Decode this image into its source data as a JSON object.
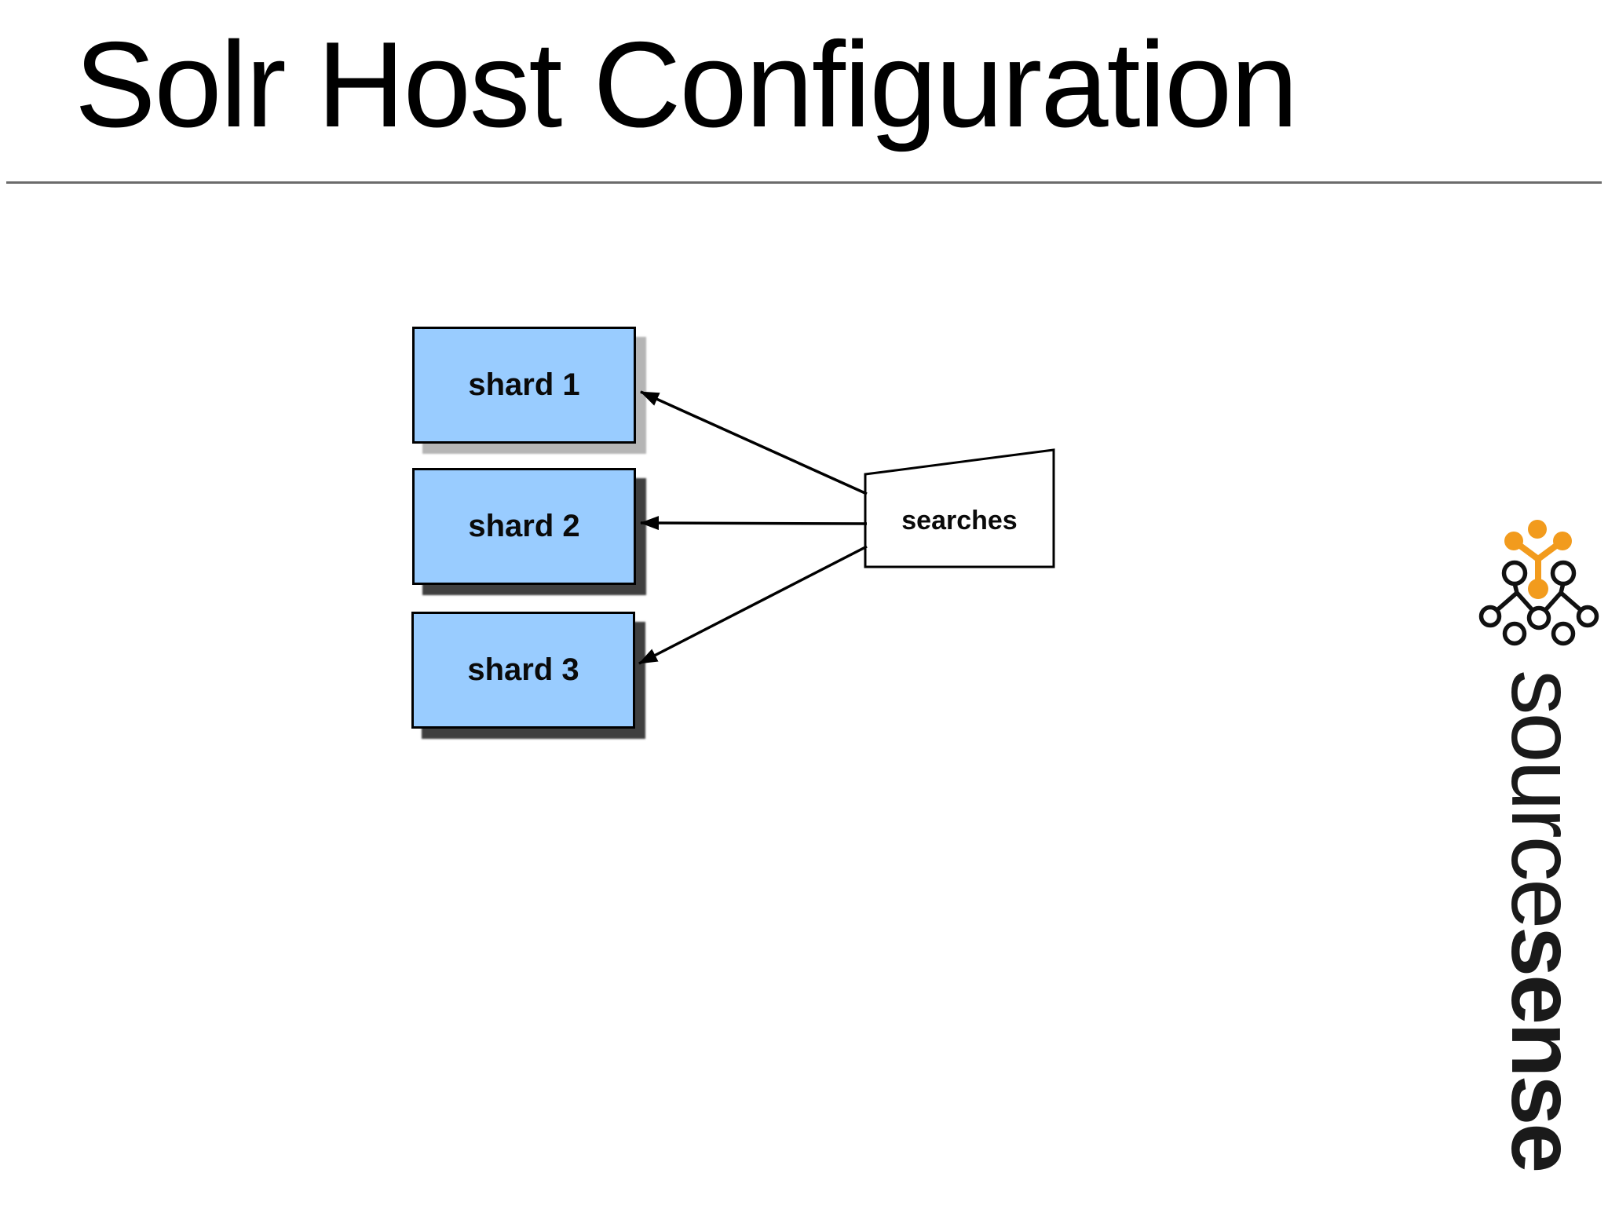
{
  "slide": {
    "title": "Solr Host Configuration",
    "background_color": "#FFFFFF",
    "title_color": "#000000",
    "divider_color": "#6B6B6B"
  },
  "diagram": {
    "node_fill": "#99CCFF",
    "node_border_color": "#000000",
    "arrow_color": "#000000",
    "nodes": [
      {
        "label": "shard 1",
        "shadow_color": "#B5B5B5"
      },
      {
        "label": "shard 2",
        "shadow_color": "#3F3F3F"
      },
      {
        "label": "shard 3",
        "shadow_color": "#3F3F3F"
      }
    ],
    "source_node": {
      "label": "searches",
      "fill": "#FFFFFF"
    }
  },
  "logo": {
    "wordmark_light": "source",
    "wordmark_bold": "sense",
    "wordmark_color": "#1A1A1A",
    "icon_orange": "#F29B1D",
    "icon_outline": "#111111"
  }
}
